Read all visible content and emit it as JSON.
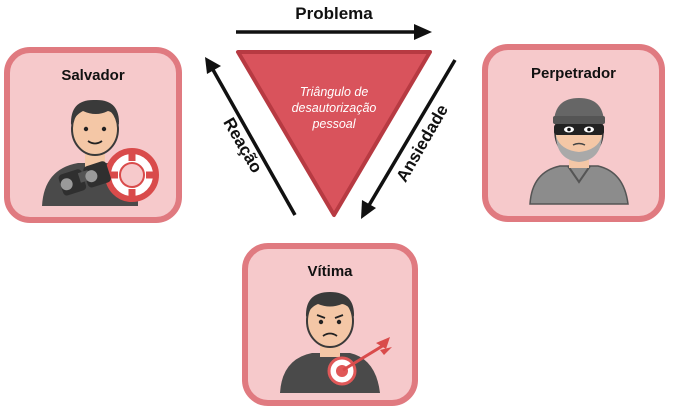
{
  "arrows": {
    "top": "Problema",
    "left": "Reação",
    "right": "Ansiedade"
  },
  "triangle": {
    "line1": "Triângulo de",
    "line2": "desautorização",
    "line3": "pessoal"
  },
  "cards": {
    "salvador": {
      "title": "Salvador",
      "icon": "rescuer-with-binoculars-and-lifebuoy"
    },
    "perpetrador": {
      "title": "Perpetrador",
      "icon": "masked-robber"
    },
    "vitima": {
      "title": "Vítima",
      "icon": "sad-person-with-dart-target"
    }
  },
  "colors": {
    "card_fill": "#f6c9cb",
    "card_border": "#e07a80",
    "triangle_fill": "#d9535c",
    "triangle_border": "#b73a42",
    "figure_dark": "#4a4a4a",
    "skin": "#f4c7a6"
  }
}
